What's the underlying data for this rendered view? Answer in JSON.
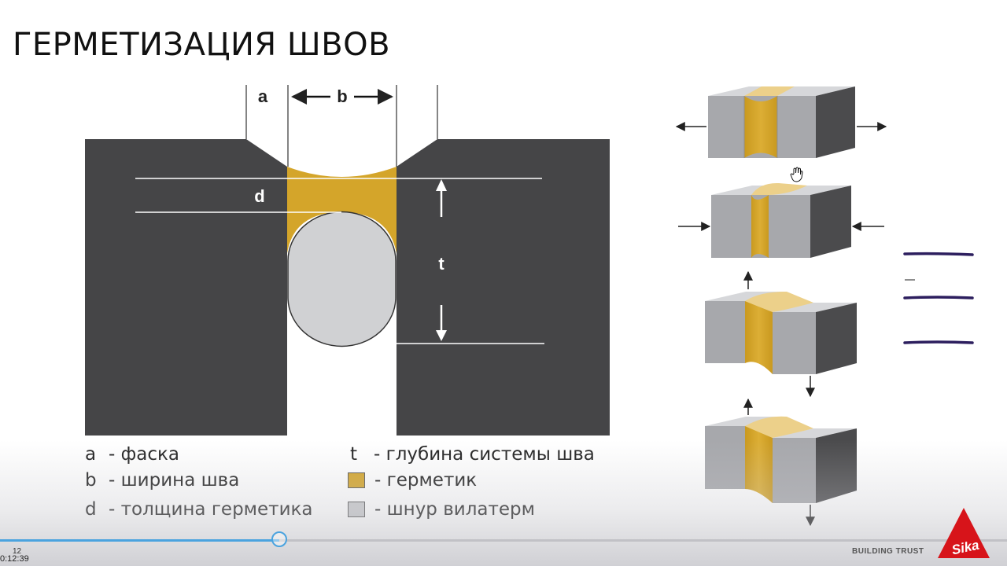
{
  "slide": {
    "title": "ГЕРМЕТИЗАЦИЯ ШВОВ",
    "number": "12"
  },
  "diagram": {
    "label_a": "a",
    "label_b": "b",
    "label_d": "d",
    "label_t": "t"
  },
  "legend": [
    {
      "key": "a",
      "text": "- фаска"
    },
    {
      "key": "b",
      "text": "- ширина шва"
    },
    {
      "key": "d",
      "text": "- толщина герметика"
    },
    {
      "key": "t",
      "text": "- глубина системы шва"
    },
    {
      "key": "",
      "text": "- герметик",
      "swatch": "#d4a52a"
    },
    {
      "key": "",
      "text": "- шнур вилатерм",
      "swatch": "#c8c9cc"
    }
  ],
  "player": {
    "timestamp": "0:12:39",
    "progress": 0.277,
    "accent": "#4aa3df"
  },
  "brand": {
    "slogan": "BUILDING TRUST",
    "logo_text": "Sika",
    "logo_color": "#d7141a"
  },
  "colors": {
    "concrete": "#454547",
    "sealant": "#d4a52a",
    "backer_rod": "#d0d1d3"
  }
}
